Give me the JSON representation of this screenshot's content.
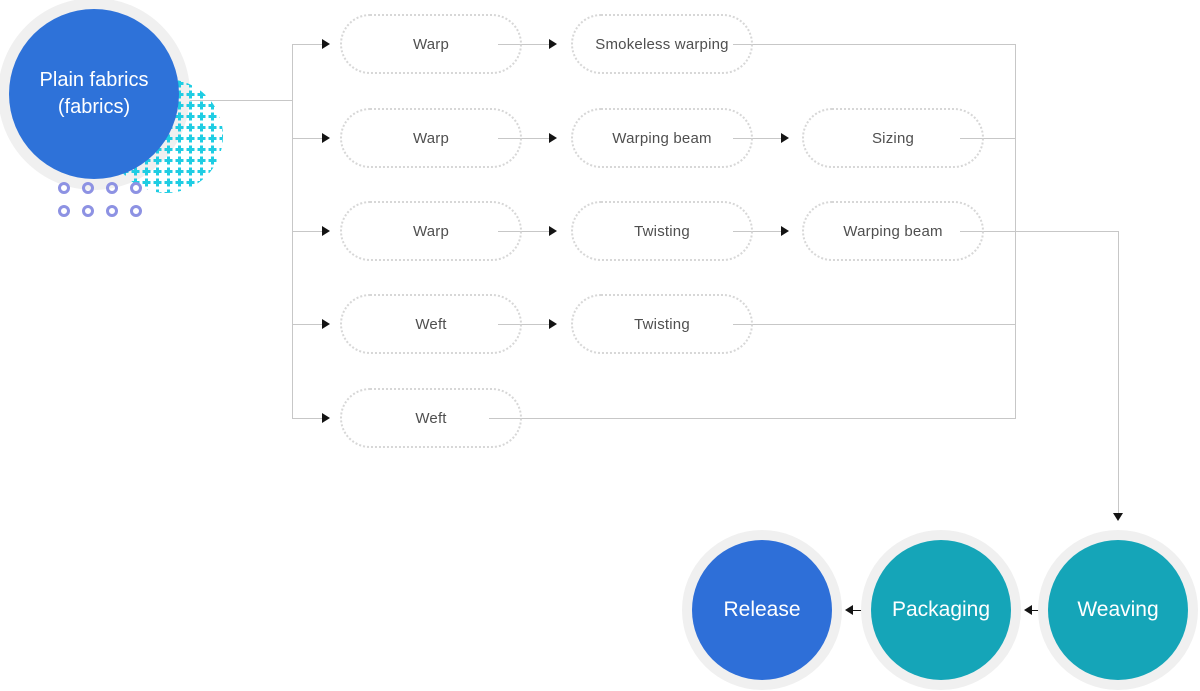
{
  "source_node": {
    "line1": "Plain fabrics",
    "line2": "(fabrics)"
  },
  "branch_rows": [
    {
      "steps": [
        "Warp",
        "Smokeless warping"
      ]
    },
    {
      "steps": [
        "Warp",
        "Warping beam",
        "Sizing"
      ]
    },
    {
      "steps": [
        "Warp",
        "Twisting",
        "Warping beam"
      ]
    },
    {
      "steps": [
        "Weft",
        "Twisting"
      ]
    },
    {
      "steps": [
        "Weft"
      ]
    }
  ],
  "final_nodes": [
    {
      "label": "Release",
      "color": "#2e6fd8"
    },
    {
      "label": "Packaging",
      "color": "#15a5b8"
    },
    {
      "label": "Weaving",
      "color": "#15a5b8"
    }
  ],
  "colors": {
    "primary_blue": "#2e72d9",
    "teal": "#15a5b8",
    "halo_gray": "#f0f0f0",
    "line_gray": "#c7c7c7",
    "pill_border": "#d7d7d7",
    "pill_text": "#4f4f4f",
    "plus_dots_cyan": "#1fcde3",
    "ring_purple": "#8d92e3",
    "arrow_black": "#141414"
  }
}
